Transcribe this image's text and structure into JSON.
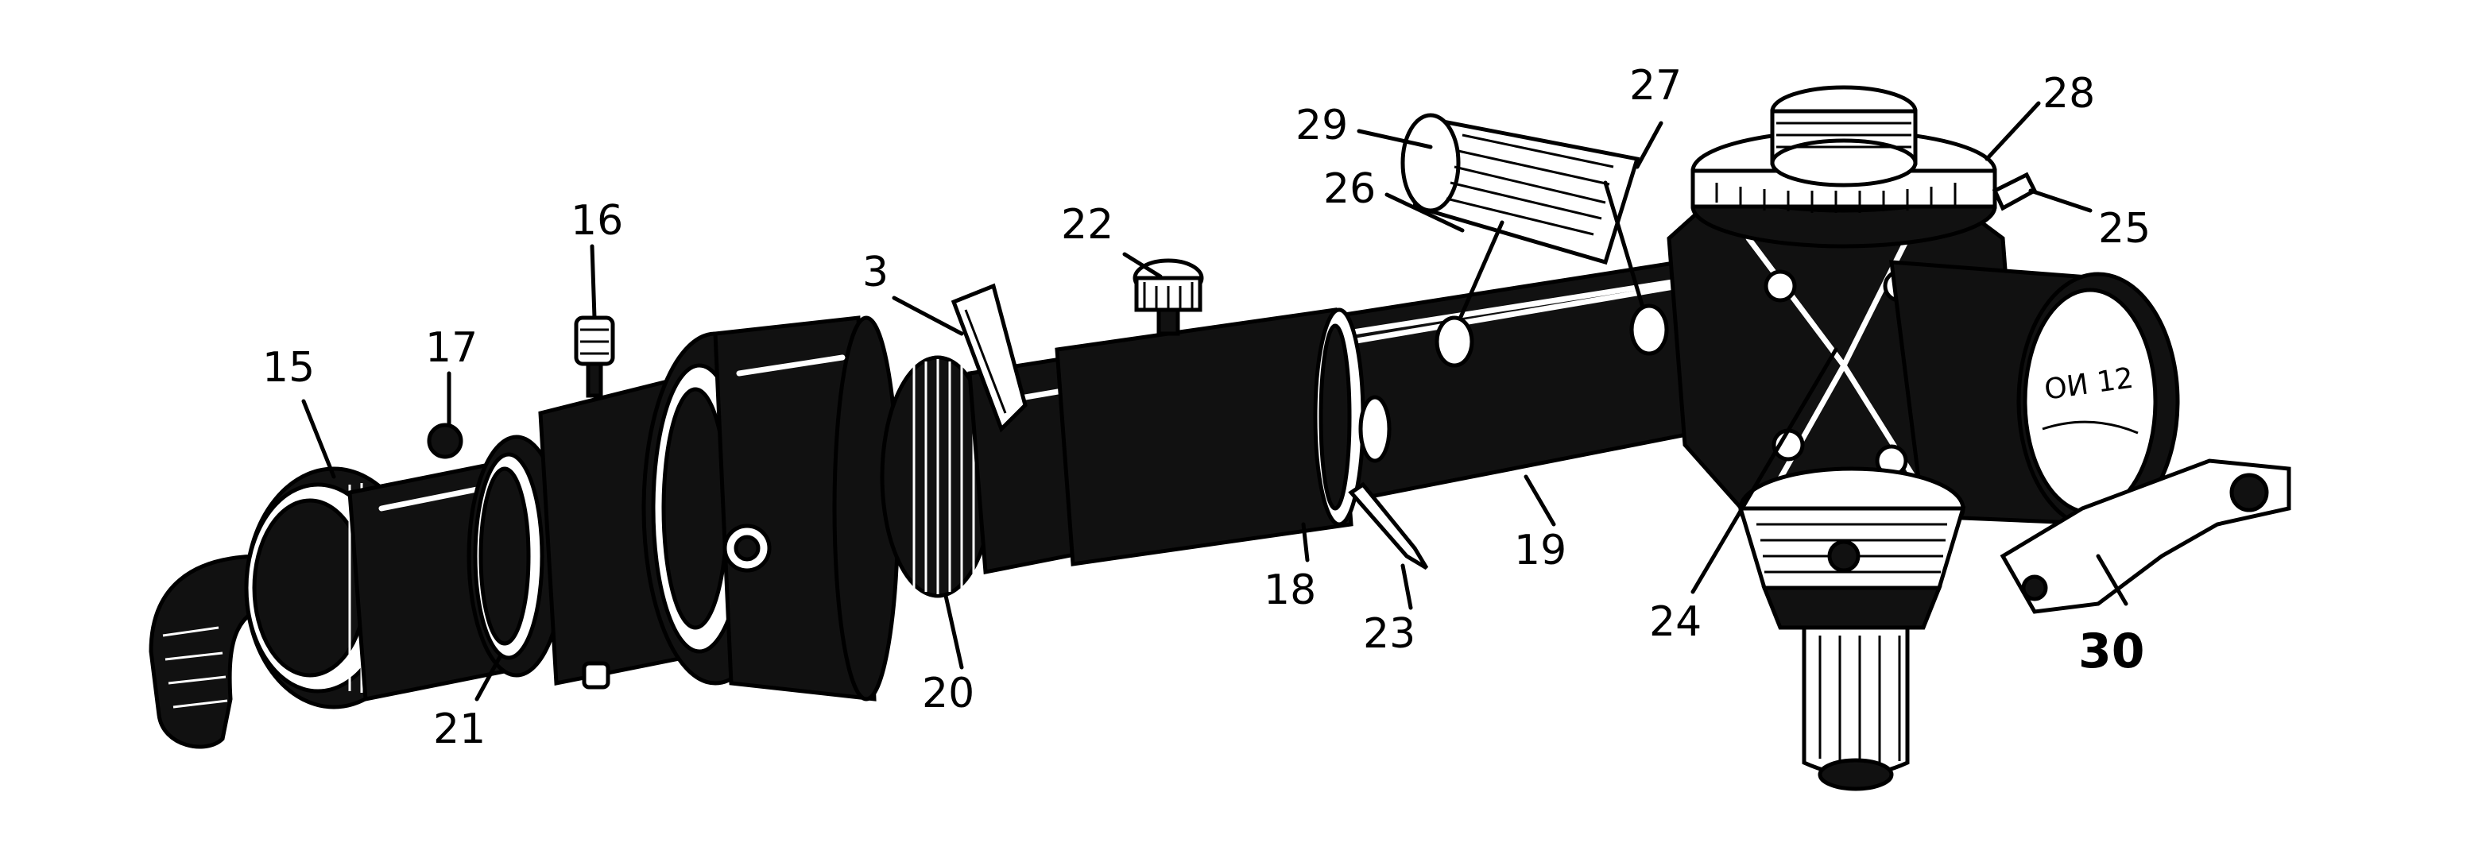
{
  "labels": [
    {
      "id": "15",
      "text": "15",
      "bold": false
    },
    {
      "id": "17",
      "text": "17",
      "bold": false
    },
    {
      "id": "16",
      "text": "16",
      "bold": false
    },
    {
      "id": "21",
      "text": "21",
      "bold": false
    },
    {
      "id": "3",
      "text": "3",
      "bold": false
    },
    {
      "id": "20",
      "text": "20",
      "bold": false
    },
    {
      "id": "22",
      "text": "22",
      "bold": false
    },
    {
      "id": "18",
      "text": "18",
      "bold": false
    },
    {
      "id": "23",
      "text": "23",
      "bold": false
    },
    {
      "id": "19",
      "text": "19",
      "bold": false
    },
    {
      "id": "29",
      "text": "29",
      "bold": false
    },
    {
      "id": "26",
      "text": "26",
      "bold": false
    },
    {
      "id": "27",
      "text": "27",
      "bold": false
    },
    {
      "id": "28",
      "text": "28",
      "bold": false
    },
    {
      "id": "25",
      "text": "25",
      "bold": false
    },
    {
      "id": "24",
      "text": "24",
      "bold": false
    },
    {
      "id": "30",
      "text": "30",
      "bold": true
    }
  ],
  "cap_marking": "ОИ 12",
  "colors": {
    "ink": "#000000",
    "paper": "#ffffff"
  }
}
